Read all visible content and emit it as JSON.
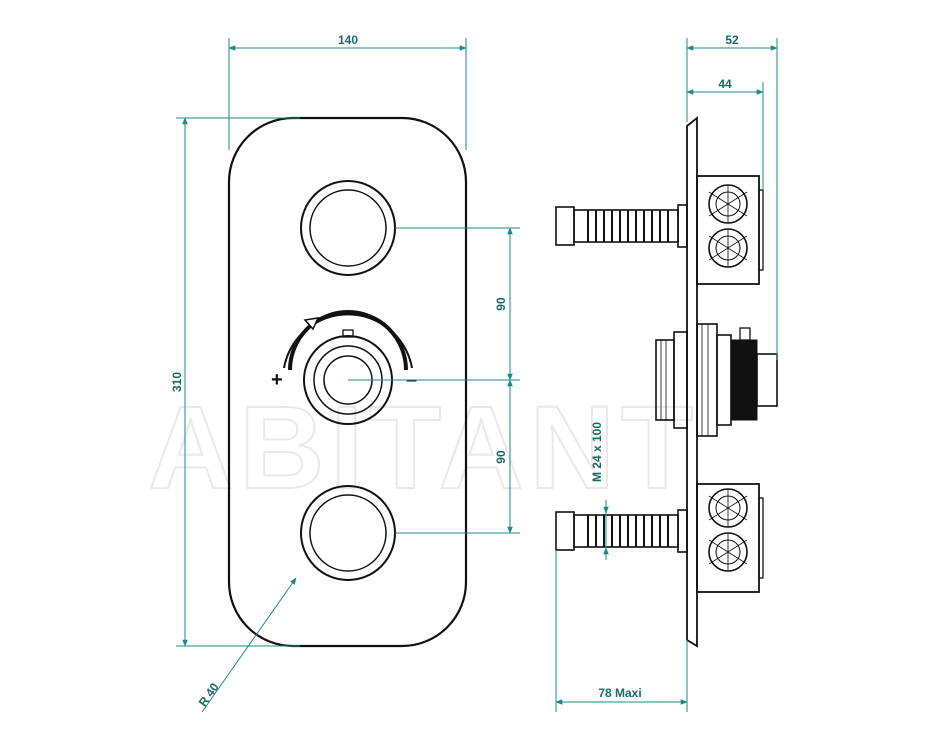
{
  "drawing": {
    "watermark": "ABITANT",
    "colors": {
      "dimension": "#1f8a84",
      "dimension_text": "#1a6b66",
      "ink": "#111111",
      "background": "#ffffff"
    },
    "front_view": {
      "width_label": "140",
      "height_label": "310",
      "spacing_upper_label": "90",
      "spacing_lower_label": "90",
      "radius_label": "R 40",
      "plus_symbol": "+",
      "minus_symbol": "–"
    },
    "side_view": {
      "depth_total_label": "52",
      "depth_body_label": "44",
      "thread_label": "M 24 x 100",
      "max_length_label": "78 Maxi"
    }
  }
}
